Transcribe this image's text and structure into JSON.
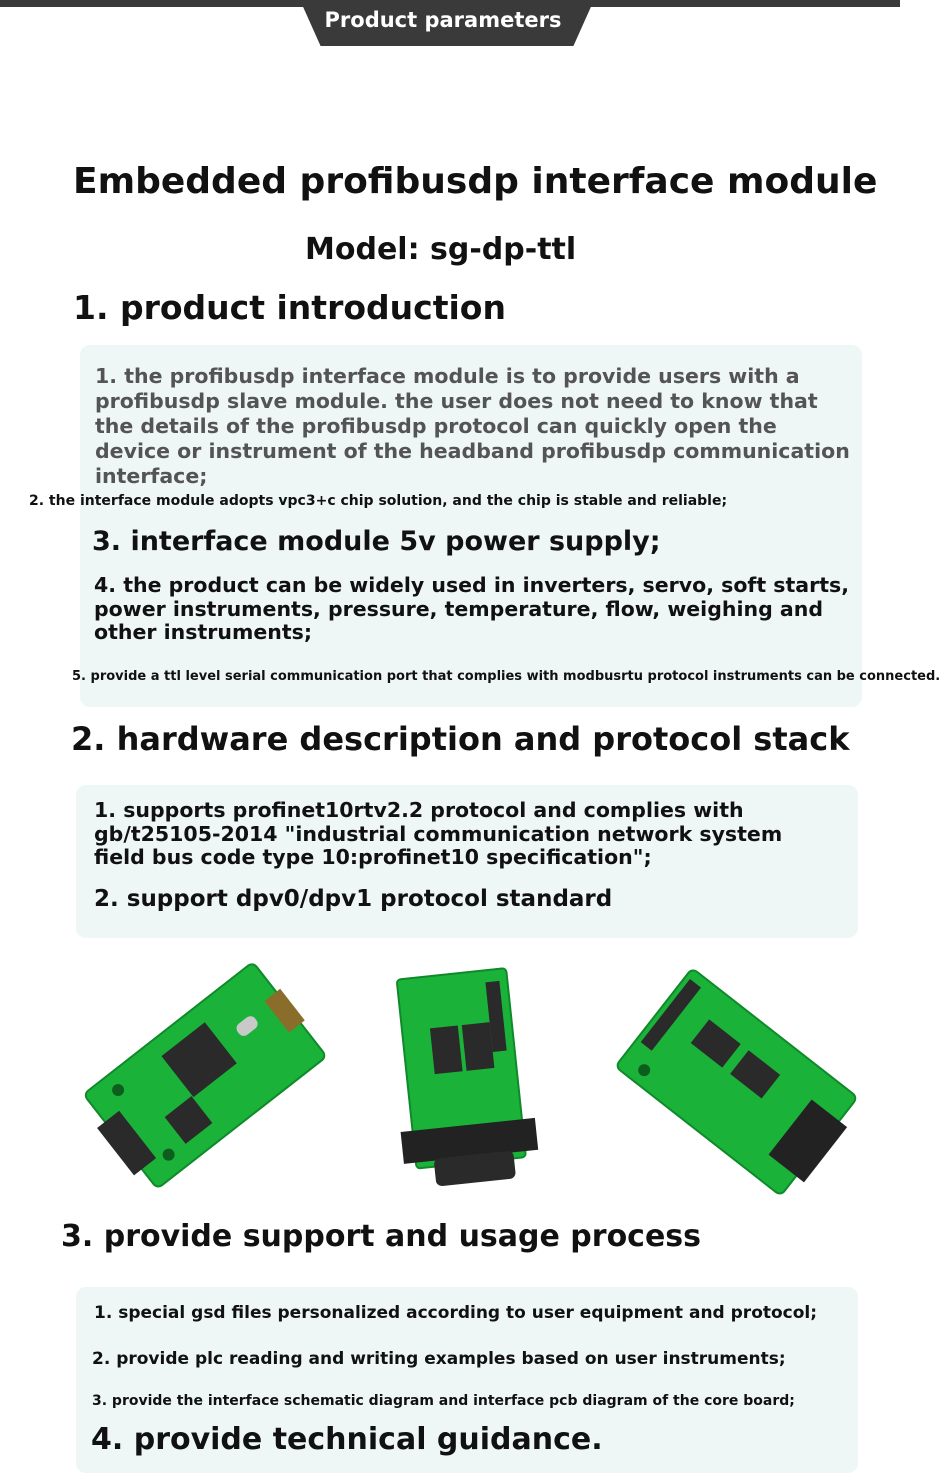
{
  "banner": {
    "label": "Product parameters"
  },
  "title": "Embedded profibusdp interface module",
  "model": "Model: sg-dp-ttl",
  "section1": {
    "heading": "1. product introduction",
    "p1": "1. the profibusdp interface module is to provide users with a profibusdp slave module. the user does not need to know that the details of the profibusdp protocol can quickly open the device or instrument of the headband profibusdp communication interface;",
    "p2": "2. the interface module adopts vpc3+c chip solution, and the chip is stable and reliable;",
    "p3": "3. interface module 5v power supply;",
    "p4": "4. the product can be widely used in inverters, servo, soft starts, power instruments, pressure, temperature, flow, weighing and other instruments;",
    "p5": "5. provide a ttl level serial communication port that complies with modbusrtu protocol instruments can be connected."
  },
  "section2": {
    "heading": "2. hardware description and protocol stack",
    "p1": "1. supports profinet10rtv2.2 protocol and complies with gb/t25105-2014 \"industrial communication network system field bus code type 10:profinet10 specification\";",
    "p2": "2. support dpv0/dpv1 protocol standard"
  },
  "section3": {
    "heading": "3. provide support and usage process",
    "p1": "1. special gsd files personalized according to user equipment and protocol;",
    "p2": "2. provide plc reading and writing examples based on user instruments;",
    "p3": "3. provide the interface schematic diagram and interface pcb diagram of the core board;",
    "p4": "4. provide technical guidance."
  },
  "colors": {
    "banner": "#3a3a3a",
    "panel": "#eef7f6",
    "pcb": "#1bb23a",
    "connector": "#2a2a2a"
  }
}
